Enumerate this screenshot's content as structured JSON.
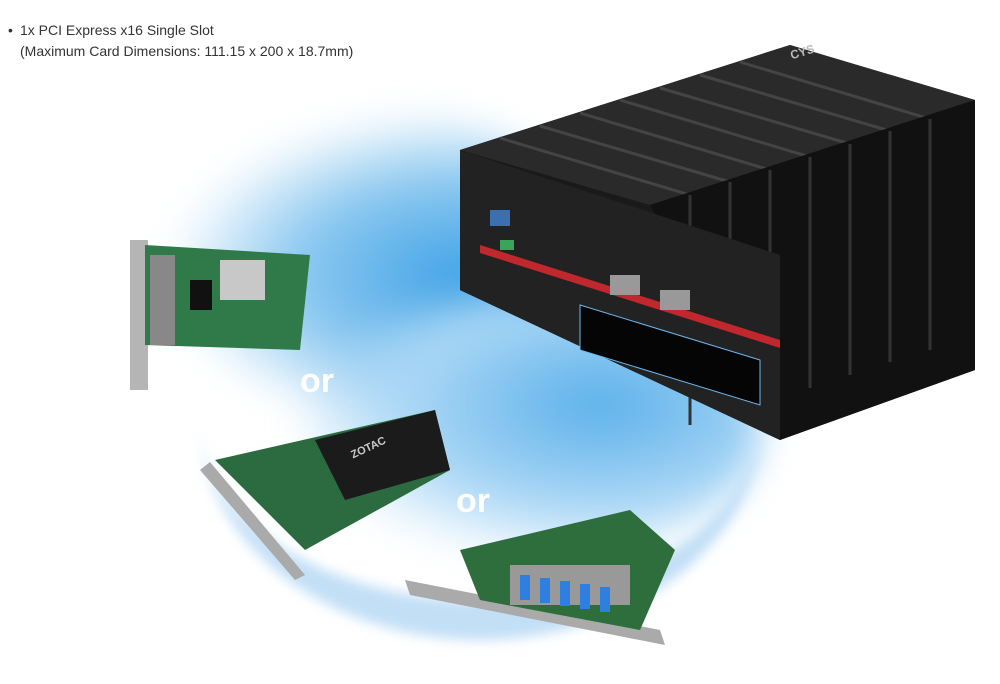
{
  "spec": {
    "bullet": "•",
    "line1": "1x PCI Express x16 Single Slot",
    "line2": "(Maximum Card Dimensions: 111.15 x 200 x 18.7mm)"
  },
  "labels": {
    "or1": "or",
    "or2": "or"
  },
  "device": {
    "brand": "CYS"
  },
  "cards": {
    "gpu_brand": "ZOTAC"
  }
}
